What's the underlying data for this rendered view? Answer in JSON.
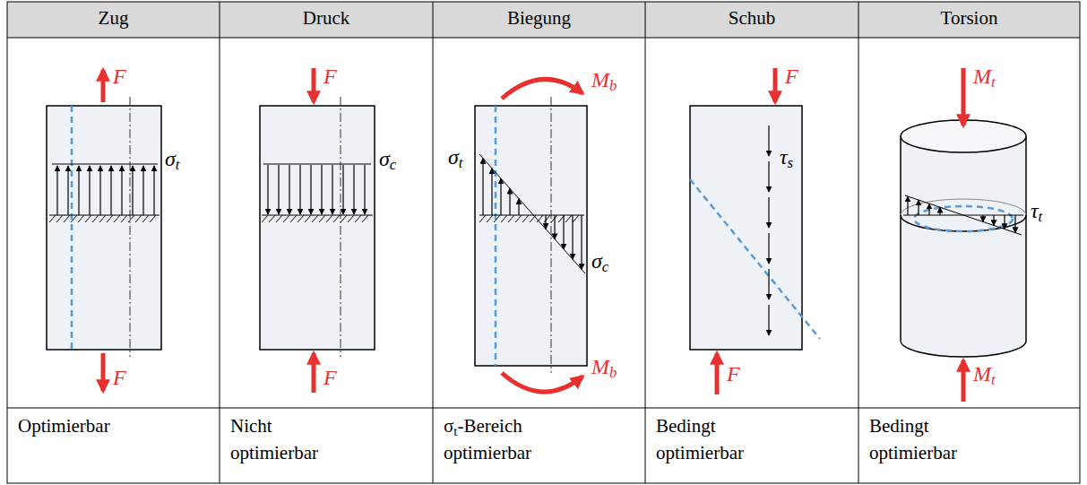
{
  "diagram": {
    "labels": [
      "Zug",
      "Druck",
      "Biegung",
      "Schub",
      "Torsion",
      "F",
      "σt",
      "F",
      "F",
      "σc",
      "F",
      "Mb",
      "σt",
      "σc",
      "Mb",
      "F",
      "τs",
      "F",
      "Mt",
      "τt",
      "Mt",
      "Optimierbar",
      "Nicht optimierbar",
      "σt-Bereich optimierbar",
      "Bedingt optimierbar",
      "Bedingt optimierbar"
    ]
  }
}
